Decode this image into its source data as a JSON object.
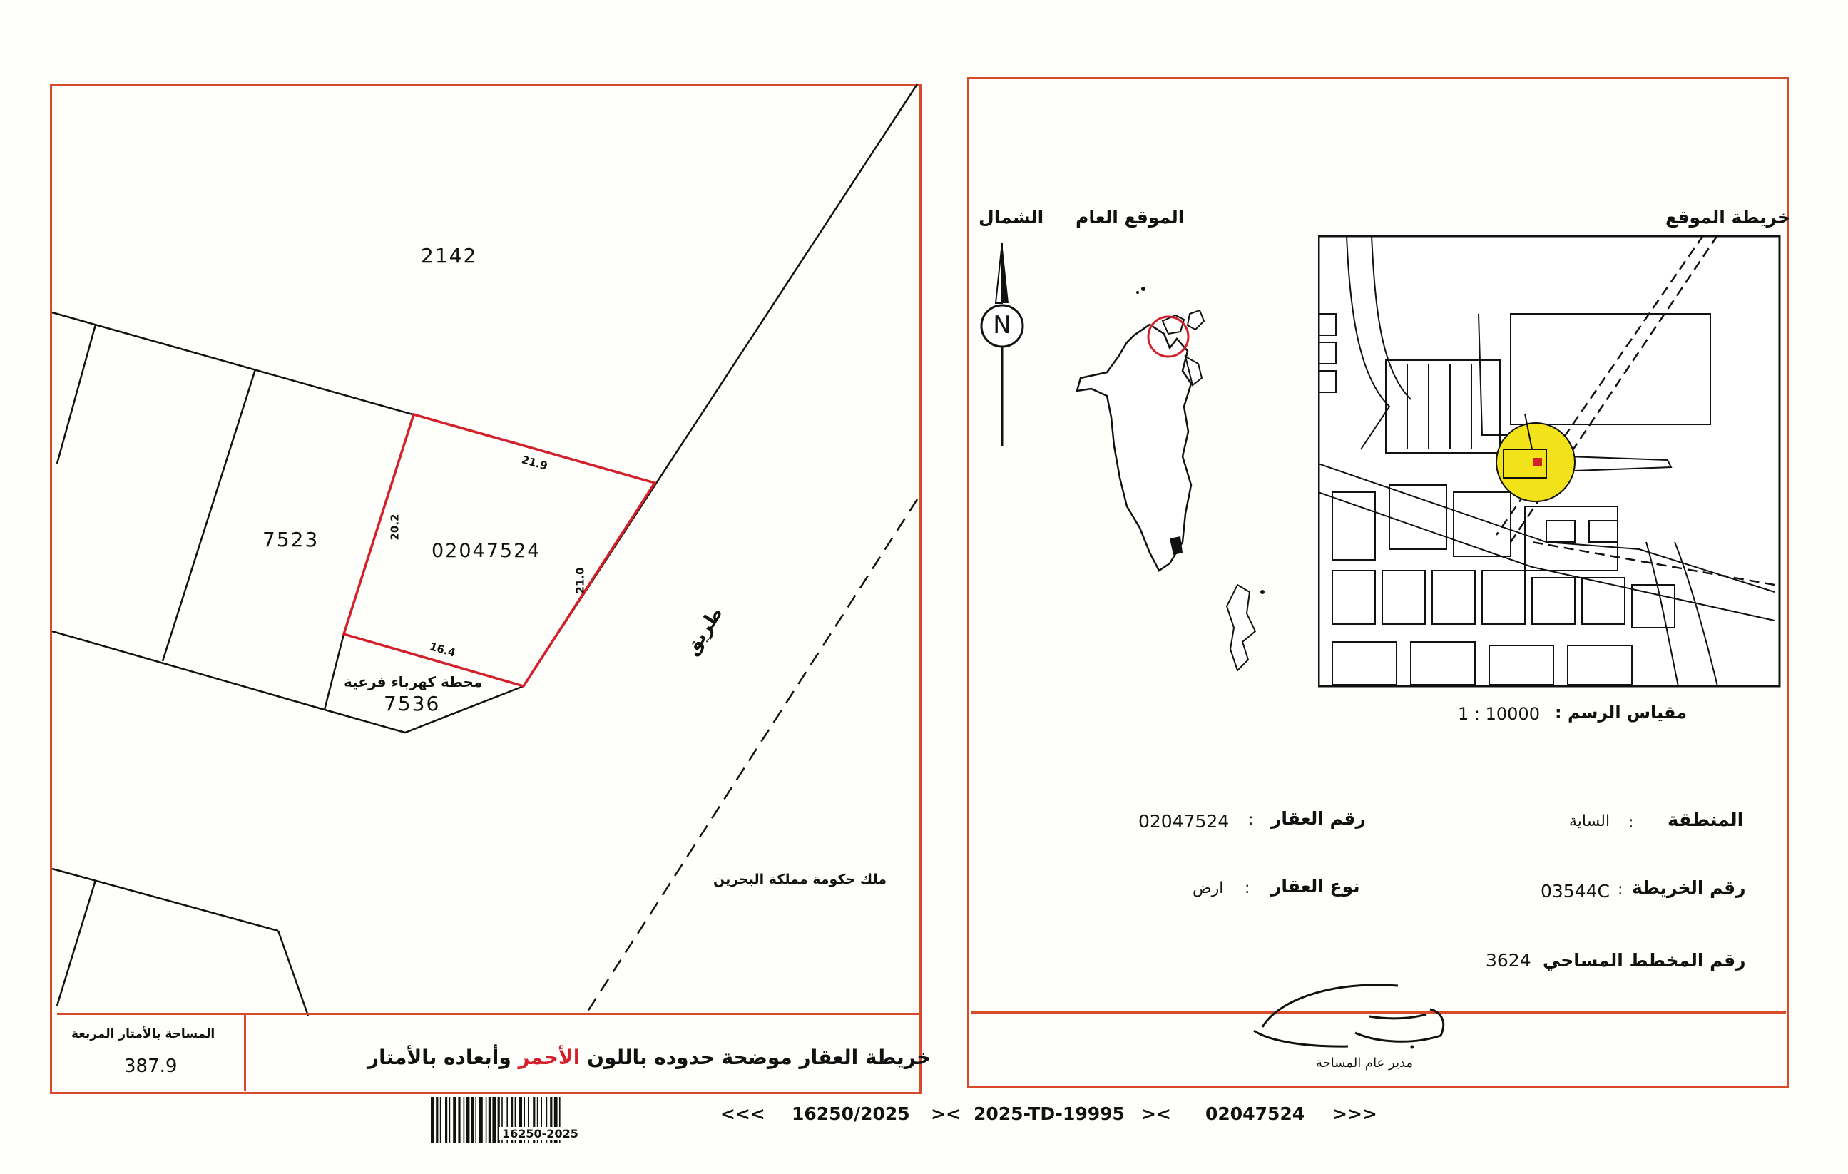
{
  "plot_sheet": {
    "parcels": {
      "north": "2142",
      "west": "7523",
      "subject": "02047524",
      "substation_label": "محطة كهرباء فرعية",
      "substation": "7536"
    },
    "dimensions": {
      "top": "21.9",
      "left": "20.2",
      "right": "21.0",
      "bottom": "16.4"
    },
    "road_label": "طريق",
    "government_label": "ملك حكومة مملكة البحرين",
    "area_label": "المساحة بالأمتار المربعة",
    "area_value": "387.9",
    "title_part1": "خريطة العقار موضحة حدوده باللون",
    "title_red_word": "الأحمر",
    "title_part2": "وأبعاده بالأمتار"
  },
  "info_sheet": {
    "north_label": "الشمال",
    "north_letter": "N",
    "general_location_label": "الموقع العام",
    "location_map_label": "خريطة الموقع",
    "scale_label": "مقياس الرسم :",
    "scale_value": "1 : 10000",
    "fields": {
      "property_no_label": "رقم العقار",
      "property_no_value": "02047524",
      "region_label": "المنطقة",
      "region_value": "الساية",
      "property_type_label": "نوع العقار",
      "property_type_value": "ارض",
      "map_no_label": "رقم الخريطة",
      "map_no_value": "03544C",
      "plan_no_label": "رقم المخطط المساحي",
      "plan_no_value": "3624",
      "separator": ":"
    },
    "signature_title": "مدير عام المساحة"
  },
  "footer": {
    "barcode_text": "16250-2025",
    "ref_line": [
      "<<<",
      "16250/2025",
      "><",
      "2025-TD-19995",
      "><",
      "02047524",
      ">>>"
    ]
  },
  "colors": {
    "frame": "#d94a2a",
    "boundary": "#d3202a",
    "highlight": "#f1e21a"
  }
}
